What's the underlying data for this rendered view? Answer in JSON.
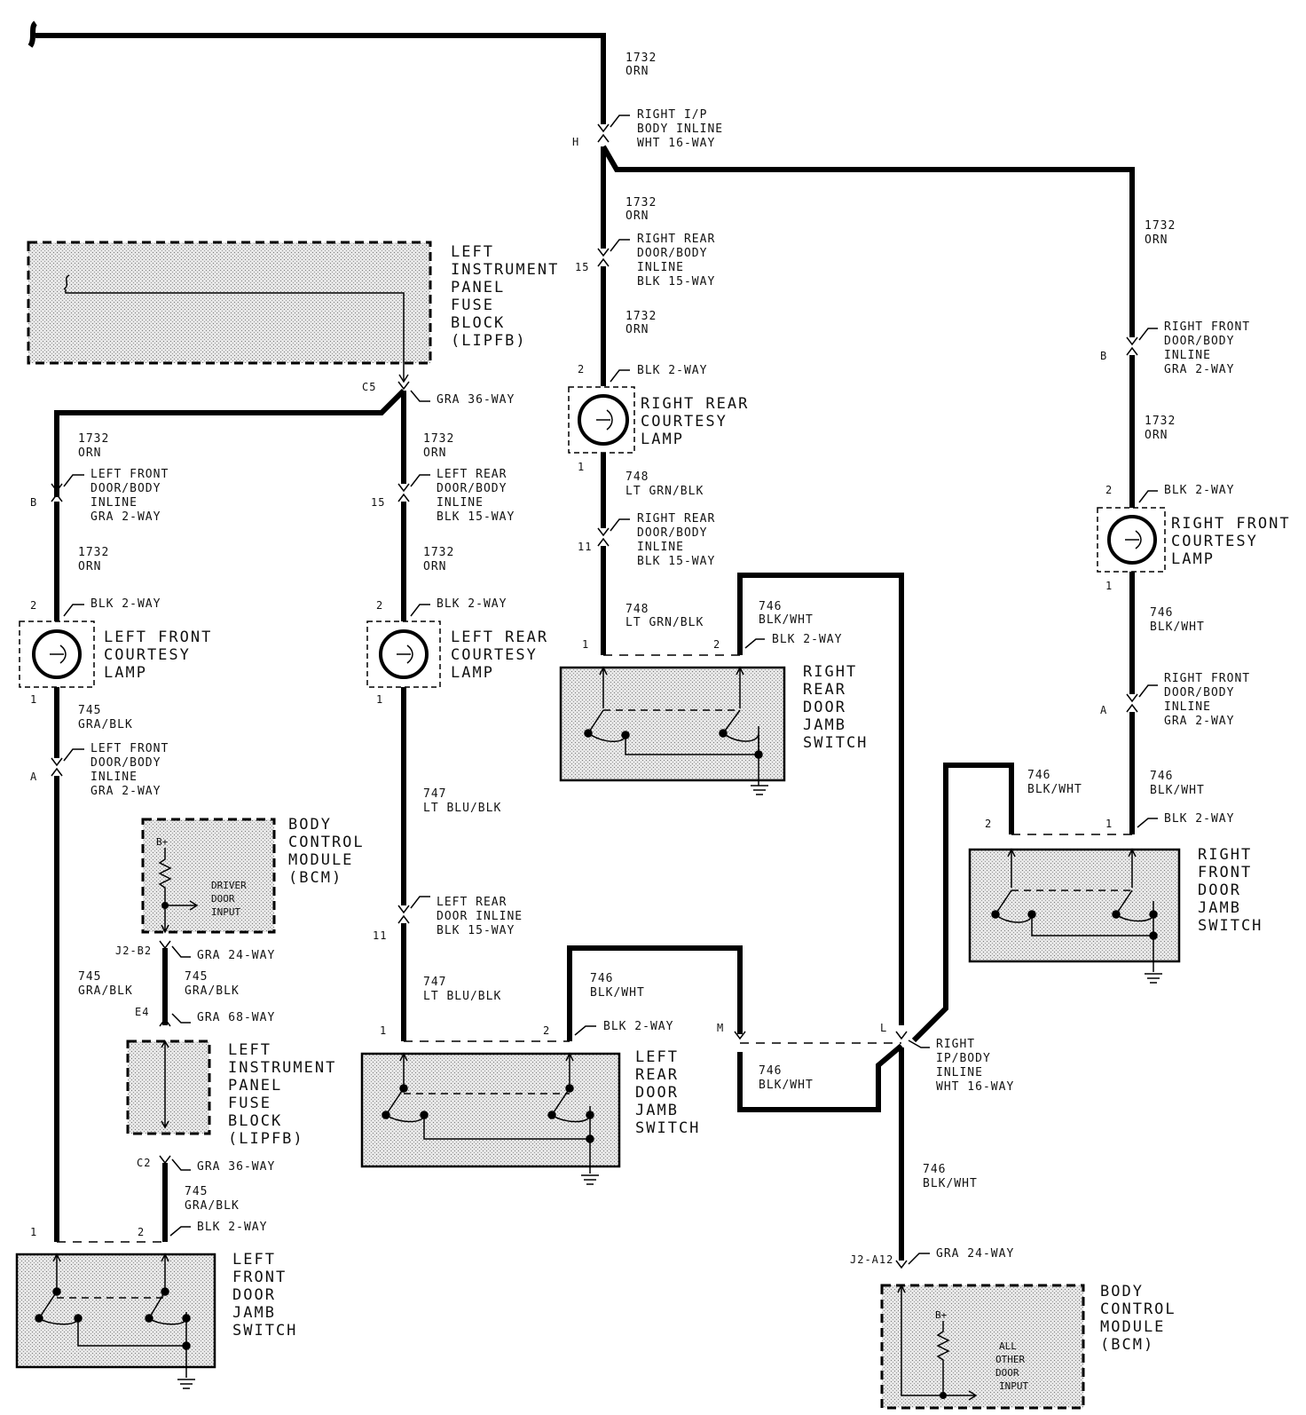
{
  "wires": {
    "w1732": "1732",
    "orn": "ORN",
    "w745": "745",
    "grablk": "GRA/BLK",
    "w746": "746",
    "blkwht": "BLK/WHT",
    "w747": "747",
    "ltblublk": "LT BLU/BLK",
    "w748": "748",
    "ltgrnblk": "LT GRN/BLK"
  },
  "connectors": {
    "right_ip_body_inline": [
      "RIGHT I/P",
      "BODY INLINE",
      "WHT 16-WAY"
    ],
    "right_ip_body_inline_lower": [
      "RIGHT",
      "IP/BODY",
      "INLINE",
      "WHT 16-WAY"
    ],
    "right_rear_door_body_inline": [
      "RIGHT REAR",
      "DOOR/BODY",
      "INLINE",
      "BLK 15-WAY"
    ],
    "right_front_door_body_inline": [
      "RIGHT FRONT",
      "DOOR/BODY",
      "INLINE",
      "GRA 2-WAY"
    ],
    "left_front_door_body_inline": [
      "LEFT FRONT",
      "DOOR/BODY",
      "INLINE",
      "GRA 2-WAY"
    ],
    "left_rear_door_body_inline": [
      "LEFT REAR",
      "DOOR/BODY",
      "INLINE",
      "BLK 15-WAY"
    ],
    "left_rear_door_inline": [
      "LEFT REAR",
      "DOOR INLINE",
      "BLK 15-WAY"
    ],
    "blk2way": "BLK 2-WAY",
    "gra36way": "GRA 36-WAY",
    "gra24way": "GRA 24-WAY",
    "gra68way": "GRA 68-WAY"
  },
  "components": {
    "lipfb_top": [
      "LEFT",
      "INSTRUMENT",
      "PANEL",
      "FUSE",
      "BLOCK",
      "(LIPFB)"
    ],
    "lipfb_bottom": [
      "LEFT",
      "INSTRUMENT",
      "PANEL",
      "FUSE",
      "BLOCK",
      "(LIPFB)"
    ],
    "right_rear_courtesy_lamp": [
      "RIGHT REAR",
      "COURTESY",
      "LAMP"
    ],
    "right_front_courtesy_lamp": [
      "RIGHT FRONT",
      "COURTESY",
      "LAMP"
    ],
    "left_front_courtesy_lamp": [
      "LEFT FRONT",
      "COURTESY",
      "LAMP"
    ],
    "left_rear_courtesy_lamp": [
      "LEFT REAR",
      "COURTESY",
      "LAMP"
    ],
    "right_rear_door_jamb_switch": [
      "RIGHT",
      "REAR",
      "DOOR",
      "JAMB",
      "SWITCH"
    ],
    "right_front_door_jamb_switch": [
      "RIGHT",
      "FRONT",
      "DOOR",
      "JAMB",
      "SWITCH"
    ],
    "left_rear_door_jamb_switch": [
      "LEFT",
      "REAR",
      "DOOR",
      "JAMB",
      "SWITCH"
    ],
    "left_front_door_jamb_switch": [
      "LEFT",
      "FRONT",
      "DOOR",
      "JAMB",
      "SWITCH"
    ],
    "bcm_left": [
      "BODY",
      "CONTROL",
      "MODULE",
      "(BCM)"
    ],
    "bcm_right": [
      "BODY",
      "CONTROL",
      "MODULE",
      "(BCM)"
    ],
    "bplus": "B+",
    "driver_door_input": [
      "DRIVER",
      "DOOR",
      "INPUT"
    ],
    "all_other_door_input": [
      "ALL",
      "OTHER",
      "DOOR",
      "INPUT"
    ]
  },
  "pins": {
    "H": "H",
    "n15": "15",
    "n2": "2",
    "n1": "1",
    "n11": "11",
    "B": "B",
    "A": "A",
    "C5": "C5",
    "C2": "C2",
    "J2B2": "J2-B2",
    "E4": "E4",
    "M": "M",
    "L": "L",
    "J2A12": "J2-A12"
  }
}
